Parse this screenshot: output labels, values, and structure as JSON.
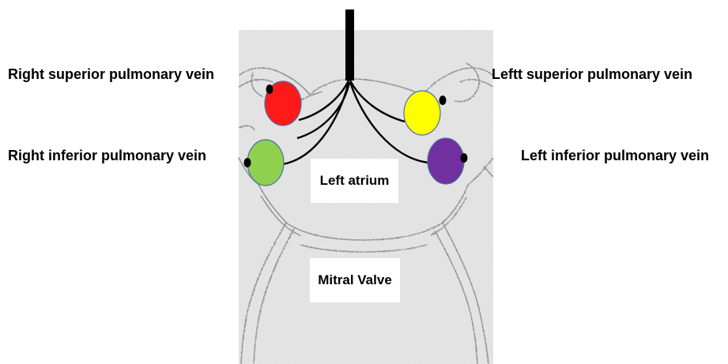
{
  "labels": {
    "right_superior": "Right superior pulmonary vein",
    "right_inferior": "Right inferior pulmonary vein",
    "left_superior": "Leftt superior pulmonary vein",
    "left_inferior": "Left inferior pulmonary vein",
    "left_atrium": "Left atrium",
    "mitral_valve": "Mitral Valve"
  },
  "colors": {
    "right_superior": "#ff1a1a",
    "right_inferior": "#8fd14f",
    "left_superior": "#ffff00",
    "left_inferior": "#7030a0",
    "paper": "#e6e6e6",
    "sketch": "#8a8a8a",
    "catheter": "#000000"
  },
  "icons": {
    "catheter": "catheter-shaft-icon",
    "electrode": "electrode-dot-icon"
  }
}
